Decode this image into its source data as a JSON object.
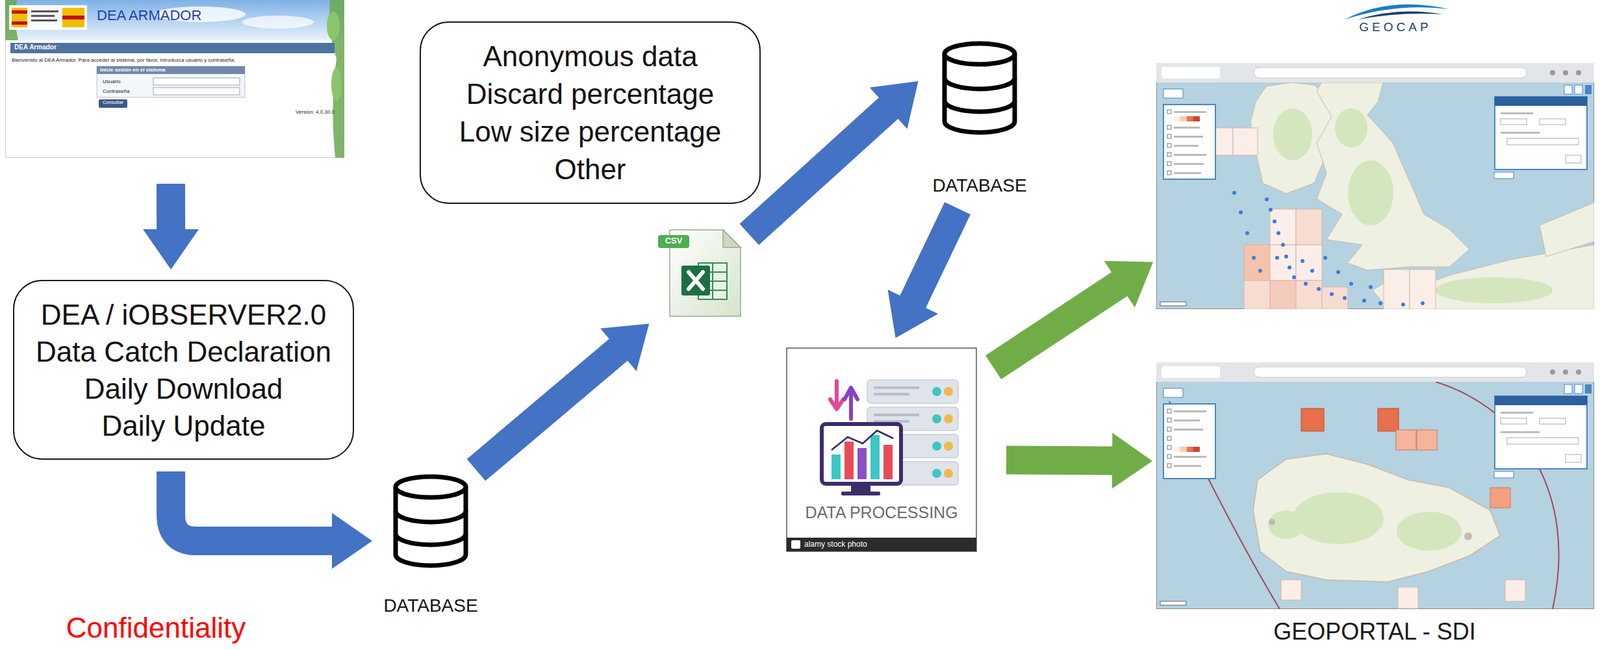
{
  "diagram": {
    "nodes": [
      {
        "text": [
          "DEA ARMADOR",
          "DEA Armador",
          "Bienvenido al DEA Armador. Para acceder al sistema, por favor, introduzca usuario y contraseña.",
          "Inicie sesión en el sistema",
          "Usuario",
          "Contraseña",
          "Consultar",
          "Versión: 4.0.30.0"
        ]
      },
      {
        "text": [
          "DEA / iOBSERVER2.0",
          "Data Catch Declaration",
          "Daily Download",
          "Daily Update"
        ]
      },
      {
        "text": [
          "DATABASE"
        ]
      },
      {
        "text": [
          "CSV"
        ]
      },
      {
        "text": [
          "Anonymous data",
          "Discard percentage",
          "Low size percentage",
          "Other"
        ]
      },
      {
        "text": [
          "DATABASE"
        ]
      },
      {
        "text": [
          "DATA PROCESSING",
          "alamy stock photo"
        ]
      },
      {
        "text": []
      },
      {
        "text": []
      }
    ],
    "edges": [
      {
        "from": 0,
        "to": 1,
        "arrow": "to"
      },
      {
        "from": 1,
        "to": 2,
        "arrow": "to"
      },
      {
        "from": 2,
        "to": 3,
        "arrow": "to"
      },
      {
        "from": 3,
        "to": 5,
        "arrow": "to"
      },
      {
        "from": 5,
        "to": 6,
        "arrow": "to"
      },
      {
        "from": 6,
        "to": 7,
        "arrow": "to"
      },
      {
        "from": 6,
        "to": 8,
        "arrow": "to"
      }
    ],
    "labels": [
      "GEOCAP",
      "Confidentiality",
      "GEOPORTAL - SDI"
    ]
  }
}
